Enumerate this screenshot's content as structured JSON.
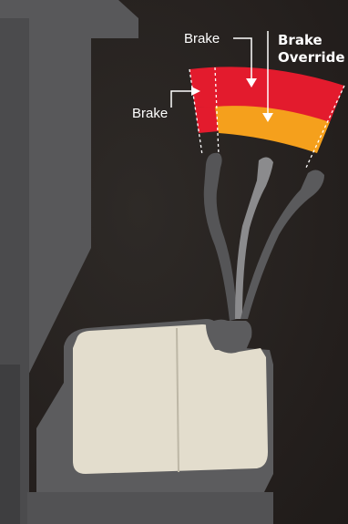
{
  "labels": {
    "brake_top": "Brake",
    "brake_left": "Brake",
    "override_line1": "Brake",
    "override_line2": "Override"
  },
  "colors": {
    "background": "#262220",
    "truck_body": "#5b5b5c",
    "mast_dark": "#4a4a4b",
    "seat": "#e4dfcf",
    "lever_light": "#8a8a8b",
    "brake_zone": "#e31b2d",
    "override_zone": "#f5a01c",
    "label_text": "#ffffff"
  }
}
